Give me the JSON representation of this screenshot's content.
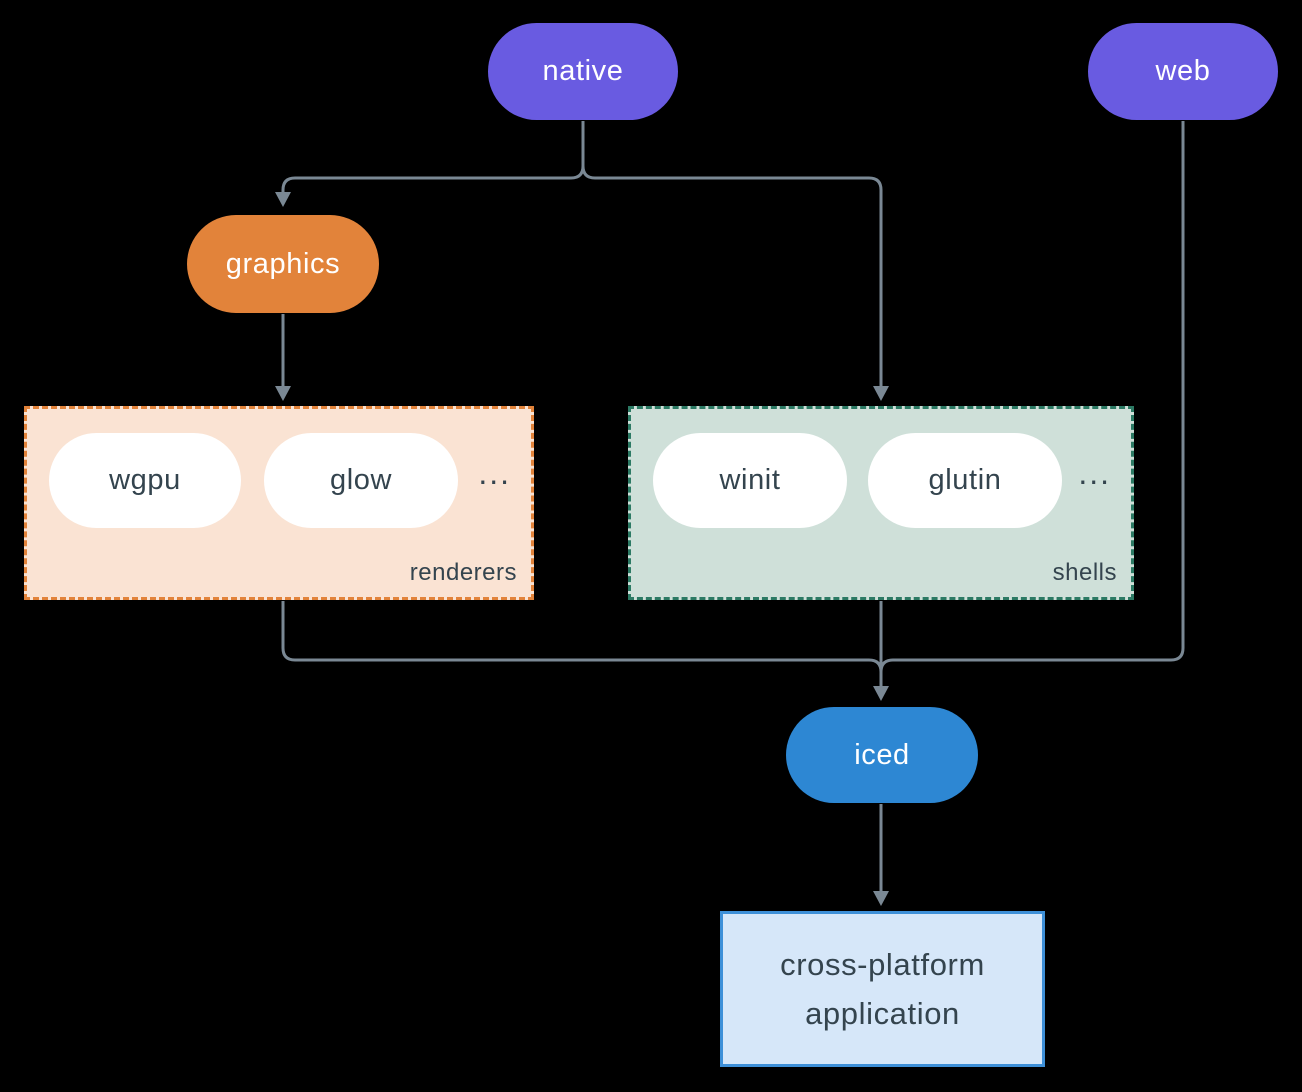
{
  "style": {
    "background": "#000000",
    "connector_color": "#7A8894",
    "dark_text_color": "#34444E",
    "light_text_color": "#FFFFFF"
  },
  "nodes": {
    "native": {
      "label": "native",
      "color": "#695BE1"
    },
    "web": {
      "label": "web",
      "color": "#695BE1"
    },
    "graphics": {
      "label": "graphics",
      "color": "#E2833A"
    },
    "iced": {
      "label": "iced",
      "color": "#2D87D3"
    },
    "application": {
      "lines": [
        "cross-platform",
        "application"
      ],
      "fill": "#D6E7F9",
      "border": "#3E90D8"
    }
  },
  "groups": {
    "renderers": {
      "label": "renderers",
      "items": [
        "wgpu",
        "glow"
      ],
      "ellipsis": "...",
      "fill": "#FAE3D3",
      "border": "#E2833A"
    },
    "shells": {
      "label": "shells",
      "items": [
        "winit",
        "glutin"
      ],
      "ellipsis": "...",
      "fill": "#CFE0D9",
      "border": "#2C7A64"
    }
  }
}
